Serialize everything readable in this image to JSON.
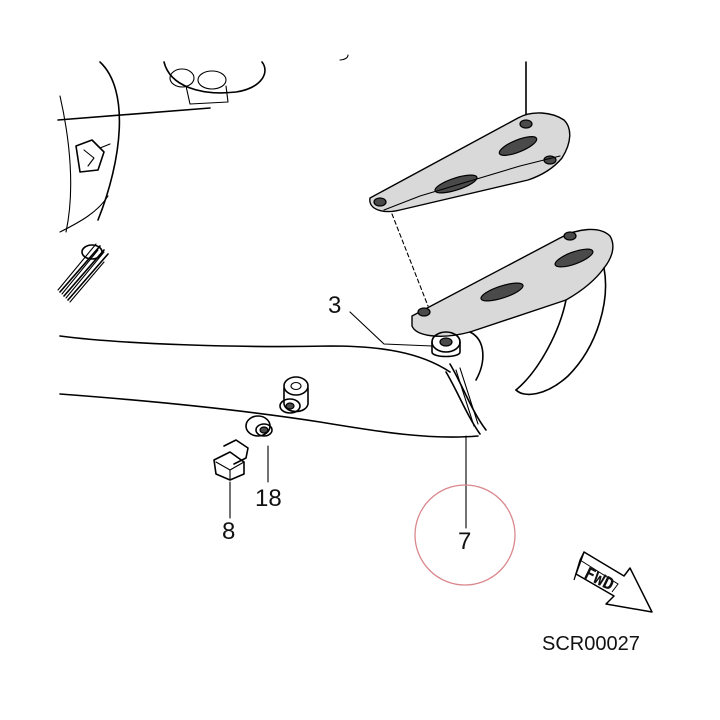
{
  "callouts": [
    {
      "id": "callout-3",
      "text": "3"
    },
    {
      "id": "callout-8",
      "text": "8"
    },
    {
      "id": "callout-18",
      "text": "18"
    },
    {
      "id": "callout-7",
      "text": "7"
    }
  ],
  "fwd_label": "FWD",
  "figure_code": "SCR00027",
  "highlight_color": "#d9888d"
}
